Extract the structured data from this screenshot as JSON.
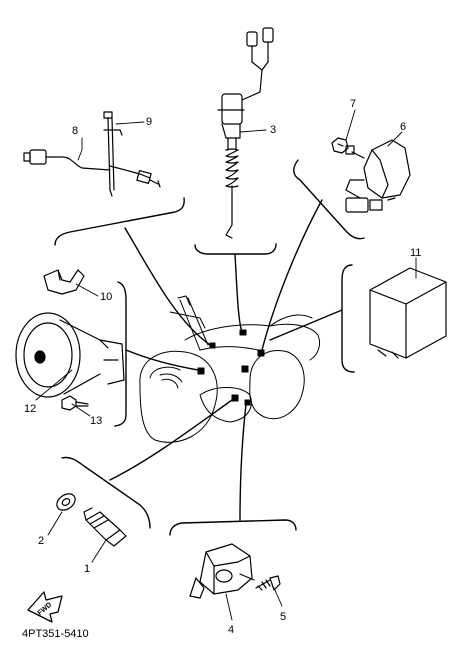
{
  "diagram": {
    "drawing_code": "4PT351-5410",
    "fwd_label": "FWD",
    "callouts": [
      {
        "id": "p1",
        "label": "1"
      },
      {
        "id": "p2",
        "label": "2"
      },
      {
        "id": "p3",
        "label": "3"
      },
      {
        "id": "p4",
        "label": "4"
      },
      {
        "id": "p5",
        "label": "5"
      },
      {
        "id": "p6",
        "label": "6"
      },
      {
        "id": "p7",
        "label": "7"
      },
      {
        "id": "p8",
        "label": "8"
      },
      {
        "id": "p9",
        "label": "9"
      },
      {
        "id": "p10",
        "label": "10"
      },
      {
        "id": "p11",
        "label": "11"
      },
      {
        "id": "p12",
        "label": "12"
      },
      {
        "id": "p13",
        "label": "13"
      }
    ]
  }
}
